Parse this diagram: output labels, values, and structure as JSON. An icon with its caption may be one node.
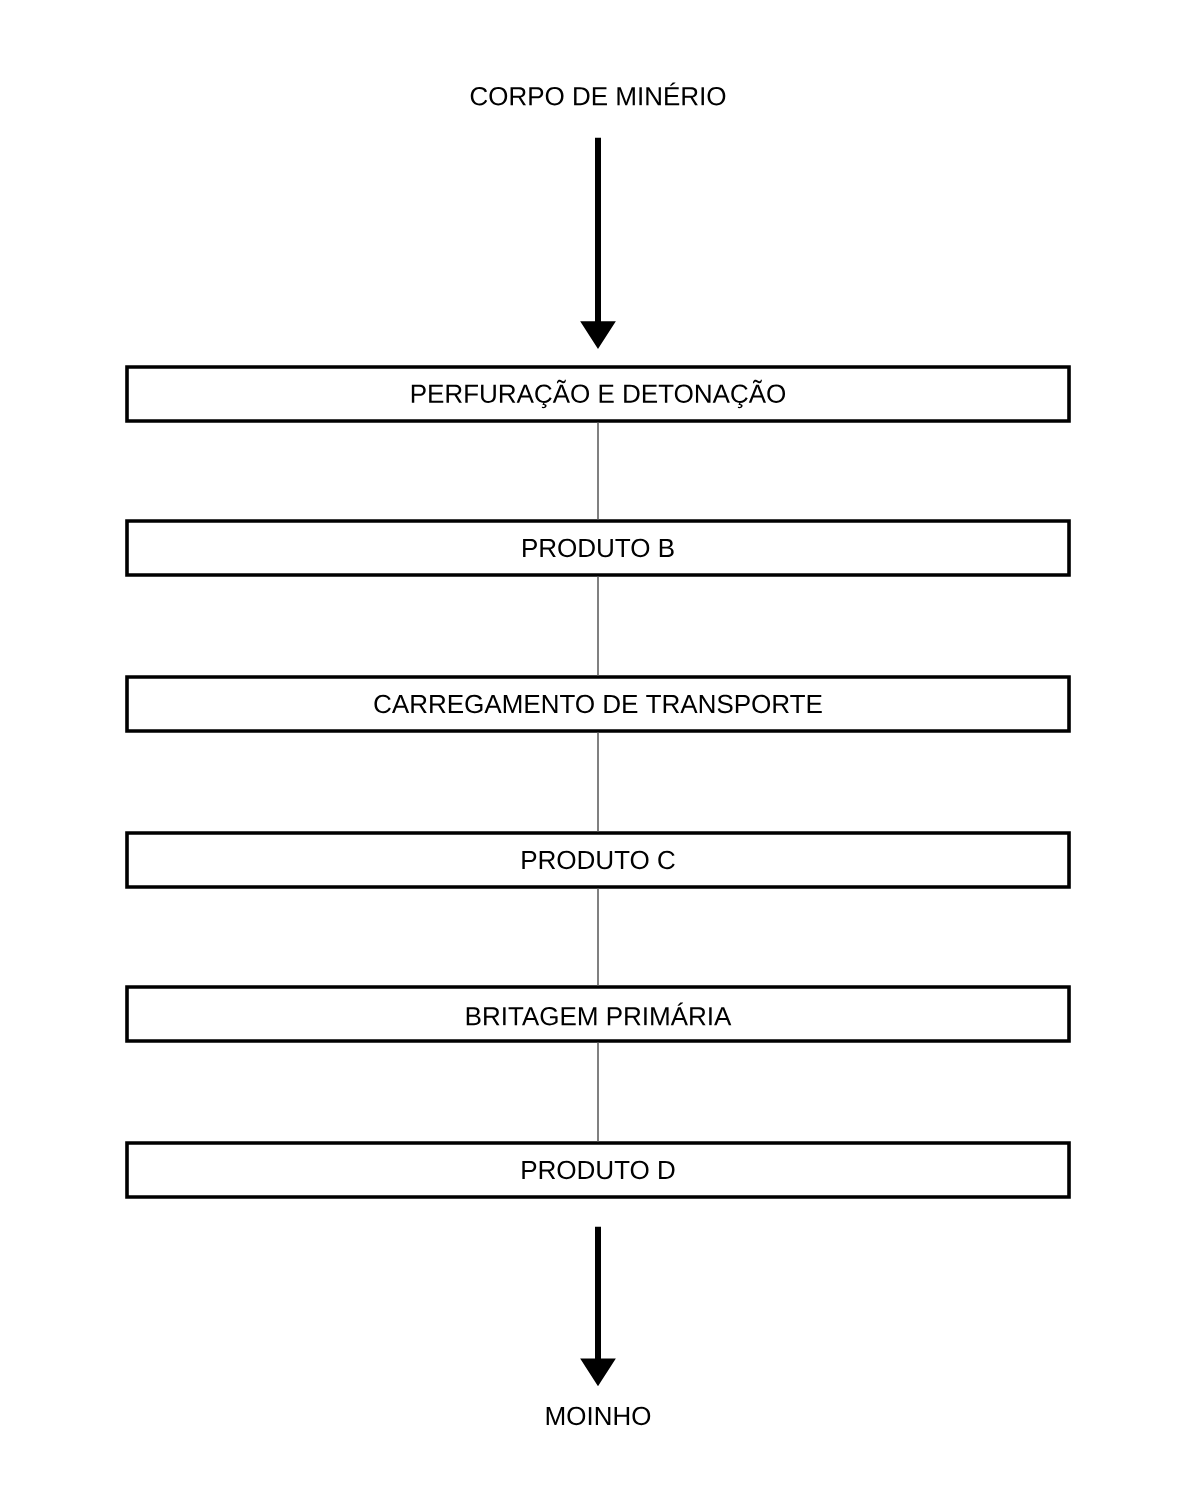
{
  "diagram": {
    "nodes": [
      {
        "text": [
          "CORPO DE MINÉRIO"
        ]
      },
      {
        "text": [
          "PERFURAÇÃO E DETONAÇÃO"
        ]
      },
      {
        "text": [
          "PRODUTO B"
        ]
      },
      {
        "text": [
          "CARREGAMENTO DE TRANSPORTE"
        ]
      },
      {
        "text": [
          "PRODUTO C"
        ]
      },
      {
        "text": [
          "BRITAGEM PRIMÁRIA"
        ]
      },
      {
        "text": [
          "PRODUTO D"
        ]
      },
      {
        "text": [
          "MOINHO"
        ]
      }
    ],
    "edges": [
      {
        "from": 0,
        "to": 1,
        "arrow": "to",
        "style": "thick",
        "color": "#000000"
      },
      {
        "from": 1,
        "to": 2,
        "arrow": "none"
      },
      {
        "from": 2,
        "to": 3,
        "arrow": "none"
      },
      {
        "from": 3,
        "to": 4,
        "arrow": "none"
      },
      {
        "from": 4,
        "to": 5,
        "arrow": "none"
      },
      {
        "from": 5,
        "to": 6,
        "arrow": "none"
      },
      {
        "from": 6,
        "to": 7,
        "arrow": "to",
        "style": "thick",
        "color": "#000000"
      }
    ]
  }
}
